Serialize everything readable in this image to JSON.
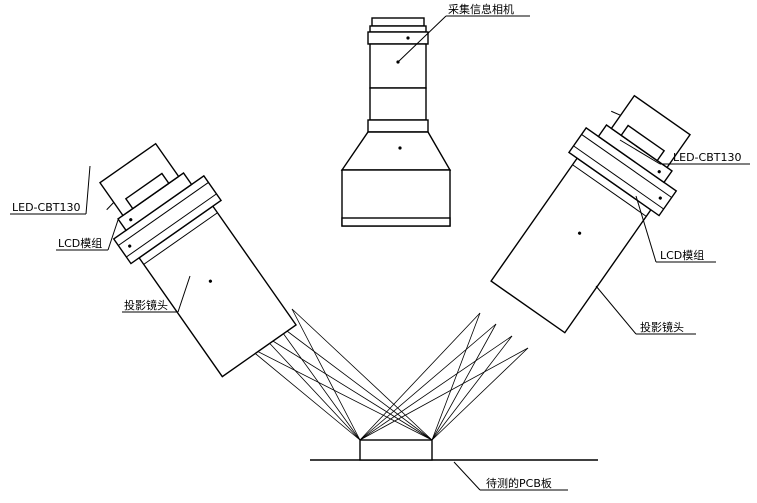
{
  "labels": {
    "camera": "采集信息相机",
    "led_left": "LED-CBT130",
    "lcd_left": "LCD模组",
    "lens_left": "投影镜头",
    "led_right": "LED-CBT130",
    "lcd_right": "LCD模组",
    "lens_right": "投影镜头",
    "pcb": "待测的PCB板"
  }
}
